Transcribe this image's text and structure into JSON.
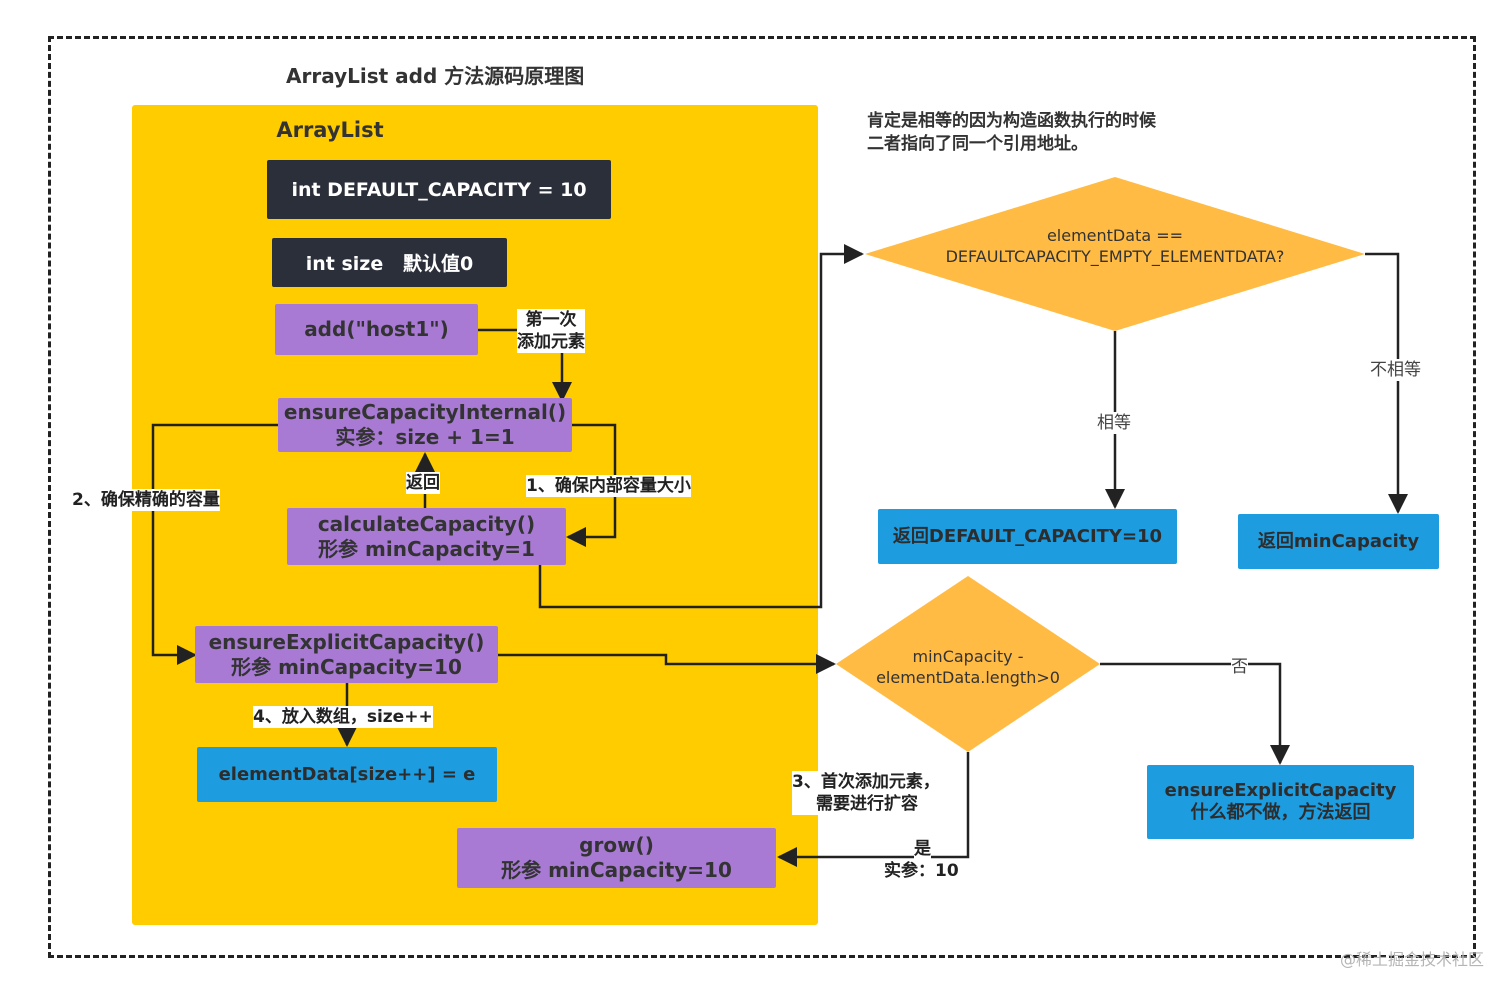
{
  "title": "ArrayList add 方法源码原理图",
  "container_title": "ArrayList",
  "note": [
    "肯定是相等的因为构造函数执行的时候",
    "二者指向了同一个引用地址。"
  ],
  "boxes": {
    "default_capacity": "int DEFAULT_CAPACITY = 10",
    "size": "int size   默认值0",
    "add": "add(\"host1\")",
    "ensure_internal": [
      "ensureCapacityInternal()",
      "实参：size + 1=1"
    ],
    "calculate": [
      "calculateCapacity()",
      "形参 minCapacity=1"
    ],
    "ensure_explicit": [
      "ensureExplicitCapacity()",
      "形参 minCapacity=10"
    ],
    "element_data": "elementData[size++] = e",
    "grow": [
      "grow()",
      "形参 minCapacity=10"
    ],
    "return_default": "返回DEFAULT_CAPACITY=10",
    "return_min": "返回minCapacity",
    "explicit_nothing": [
      "ensureExplicitCapacity",
      "什么都不做，方法返回"
    ]
  },
  "diamonds": {
    "check_empty": [
      "elementData ==",
      "DEFAULTCAPACITY_EMPTY_ELEMENTDATA?"
    ],
    "check_length": [
      "minCapacity -",
      "elementData.length>0"
    ]
  },
  "labels": {
    "first_add": [
      "第一次",
      "添加元素"
    ],
    "return_label": "返回",
    "ensure_inner": "1、确保内部容量大小",
    "ensure_exact": "2、确保精确的容量",
    "first_expand": [
      "3、首次添加元素，",
      "需要进行扩容"
    ],
    "put_array": "4、放入数组，size++",
    "equal": "相等",
    "not_equal": "不相等",
    "no": "否",
    "yes": "是",
    "arg_10": "实参：10"
  },
  "colors": {
    "container": "#ffcc00",
    "dark_box": "#2b2f3a",
    "purple_box": "#a87ad4",
    "blue_box": "#1e9ce0",
    "diamond": "#ffbb44"
  },
  "watermark": "@稀土掘金技术社区"
}
